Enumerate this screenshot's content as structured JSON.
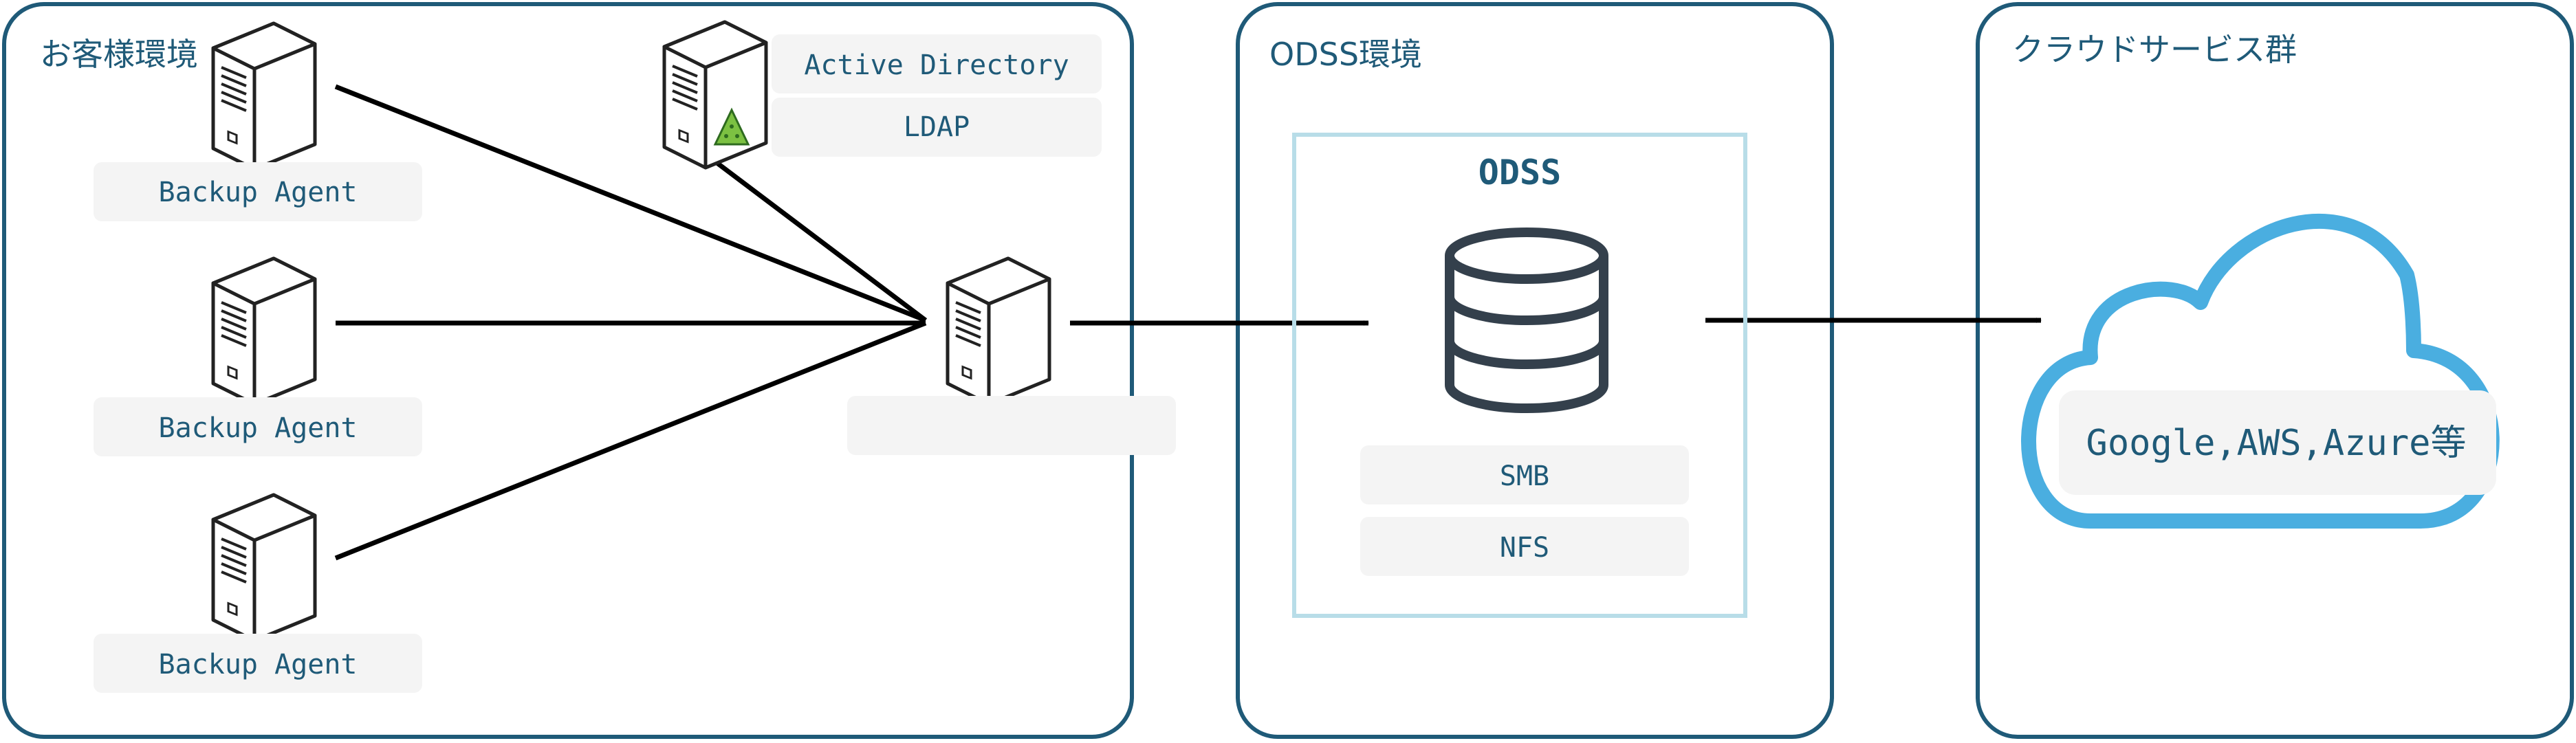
{
  "colors": {
    "region_border": "#1f5a78",
    "text": "#1f5a78",
    "pill_fill": "#f4f4f4",
    "odss_box_border": "#b8dde8",
    "cloud_stroke": "#4aaee0",
    "line": "#000000",
    "server_stroke": "#222222",
    "db_stroke": "#34404c",
    "warning_icon": "#7cc142"
  },
  "regions": {
    "customer": {
      "title": "お客様環境"
    },
    "odss": {
      "title": "ODSS環境"
    },
    "cloud": {
      "title": "クラウドサービス群"
    }
  },
  "agents": [
    {
      "label": "Backup Agent"
    },
    {
      "label": "Backup Agent"
    },
    {
      "label": "Backup Agent"
    }
  ],
  "directory": {
    "labels": [
      "Active Directory",
      "LDAP"
    ]
  },
  "gateway": {
    "label": ""
  },
  "odss": {
    "title": "ODSS",
    "protocols": [
      "SMB",
      "NFS"
    ]
  },
  "cloud": {
    "label": "Google,AWS,Azure等"
  },
  "icons": {
    "agent_server": "server-tower-icon",
    "directory_server": "server-with-warning-icon",
    "gateway_server": "server-tower-icon",
    "storage": "database-icon",
    "cloud": "cloud-icon"
  }
}
